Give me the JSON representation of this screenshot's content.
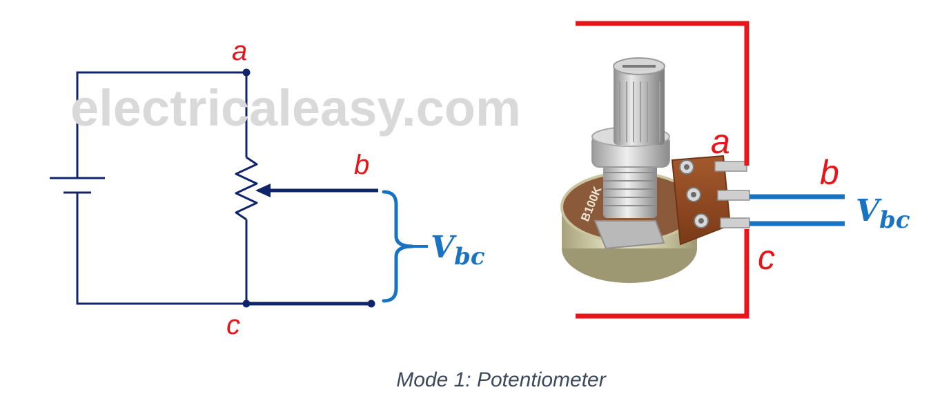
{
  "watermark": "electricaleasy.com",
  "caption": "Mode 1: Potentiometer",
  "schematic": {
    "node_a": "a",
    "node_b": "b",
    "node_c": "c",
    "voltage_main": "V",
    "voltage_sub": "bc"
  },
  "component": {
    "marking": "B100K",
    "pin_a": "a",
    "pin_b": "b",
    "pin_c": "c",
    "voltage_main": "V",
    "voltage_sub": "bc"
  },
  "colors": {
    "wire": "#10246b",
    "red": "#e8141a",
    "blue": "#1a73c2"
  }
}
